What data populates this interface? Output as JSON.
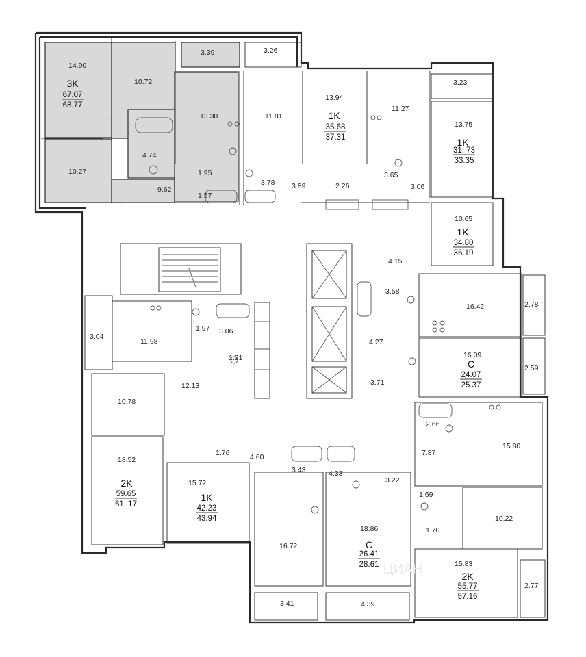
{
  "watermark": "ЦИАН",
  "rooms": [
    {
      "id": "r1",
      "label": "14.90"
    },
    {
      "id": "r2",
      "label": "10.72"
    },
    {
      "id": "r3",
      "label": "3.39"
    },
    {
      "id": "r4",
      "label": "3.26"
    },
    {
      "id": "r5",
      "label": "13.94"
    },
    {
      "id": "r6",
      "label": "11.27"
    },
    {
      "id": "r7",
      "label": "3.23"
    },
    {
      "id": "r8",
      "label": "13.30"
    },
    {
      "id": "r9",
      "label": "11.81"
    },
    {
      "id": "r10",
      "label": "13.75"
    },
    {
      "id": "r11",
      "label": "4.74"
    },
    {
      "id": "r12",
      "label": "10.27"
    },
    {
      "id": "r13",
      "label": "1.95"
    },
    {
      "id": "r14",
      "label": "3.78"
    },
    {
      "id": "r15",
      "label": "3.89"
    },
    {
      "id": "r16",
      "label": "2.26"
    },
    {
      "id": "r17",
      "label": "3.65"
    },
    {
      "id": "r18",
      "label": "3.06"
    },
    {
      "id": "r19",
      "label": "9.62"
    },
    {
      "id": "r20",
      "label": "1.57"
    },
    {
      "id": "r21",
      "label": "10.65"
    },
    {
      "id": "r22",
      "label": "4.15"
    },
    {
      "id": "r23",
      "label": "3.58"
    },
    {
      "id": "r24",
      "label": "16.42"
    },
    {
      "id": "r25",
      "label": "2.78"
    },
    {
      "id": "r26",
      "label": "3.04"
    },
    {
      "id": "r27",
      "label": "11.98"
    },
    {
      "id": "r28",
      "label": "1.97"
    },
    {
      "id": "r29",
      "label": "3.06"
    },
    {
      "id": "r30",
      "label": "1.21"
    },
    {
      "id": "r31",
      "label": "4.27"
    },
    {
      "id": "r32",
      "label": "16.09"
    },
    {
      "id": "r33",
      "label": "2.59"
    },
    {
      "id": "r34",
      "label": "12.13"
    },
    {
      "id": "r35",
      "label": "3.71"
    },
    {
      "id": "r36",
      "label": "10.78"
    },
    {
      "id": "r37",
      "label": "2.66"
    },
    {
      "id": "r38",
      "label": "15.80"
    },
    {
      "id": "r39",
      "label": "18.52"
    },
    {
      "id": "r40",
      "label": "1.76"
    },
    {
      "id": "r41",
      "label": "4.60"
    },
    {
      "id": "r42",
      "label": "7.87"
    },
    {
      "id": "r43",
      "label": "3.43"
    },
    {
      "id": "r44",
      "label": "4.33"
    },
    {
      "id": "r45",
      "label": "3.22"
    },
    {
      "id": "r46",
      "label": "15.72"
    },
    {
      "id": "r47",
      "label": "1.69"
    },
    {
      "id": "r48",
      "label": "18.86"
    },
    {
      "id": "r49",
      "label": "1.70"
    },
    {
      "id": "r50",
      "label": "10.22"
    },
    {
      "id": "r51",
      "label": "16.72"
    },
    {
      "id": "r52",
      "label": "15.83"
    },
    {
      "id": "r53",
      "label": "2.77"
    },
    {
      "id": "r54",
      "label": "3.41"
    },
    {
      "id": "r55",
      "label": "4.39"
    }
  ],
  "units": [
    {
      "id": "u1",
      "type": "3K",
      "living": "67.07",
      "total": "68.77",
      "highlighted": true
    },
    {
      "id": "u2",
      "type": "1K",
      "living": "35.68",
      "total": "37.31",
      "highlighted": false
    },
    {
      "id": "u3",
      "type": "1K",
      "living": "31. 73",
      "total": "33.35",
      "highlighted": false
    },
    {
      "id": "u4",
      "type": "1K",
      "living": "34.80",
      "total": "36.19",
      "highlighted": false
    },
    {
      "id": "u5",
      "type": "C",
      "living": "24.07",
      "total": "25.37",
      "highlighted": false
    },
    {
      "id": "u6",
      "type": "2K",
      "living": "59.65",
      "total": "61 .17",
      "highlighted": false
    },
    {
      "id": "u7",
      "type": "1K",
      "living": "42.23",
      "total": "43.94",
      "highlighted": false
    },
    {
      "id": "u8",
      "type": "C",
      "living": "26.41",
      "total": "28.61",
      "highlighted": false
    },
    {
      "id": "u9",
      "type": "2K",
      "living": "55.77",
      "total": "57.16",
      "highlighted": false
    }
  ]
}
